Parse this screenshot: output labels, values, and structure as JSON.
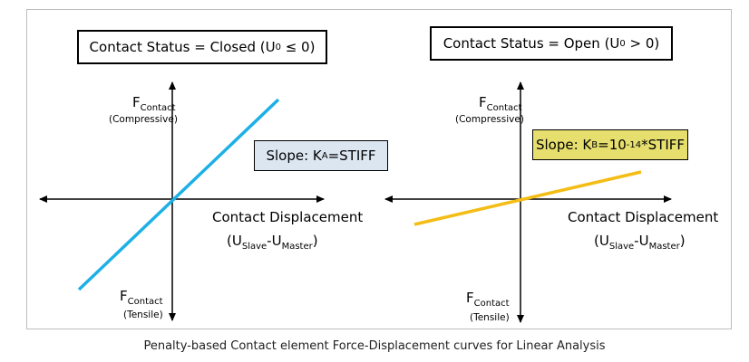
{
  "panels": [
    {
      "status_prefix": "Contact Status = Closed (U",
      "status_sub": "0",
      "status_suffix": " ≤ 0)",
      "y_top_label": "F",
      "y_top_sub": "Contact",
      "y_top_note": "(Compressive)",
      "y_bottom_label": "F",
      "y_bottom_sub": "Contact",
      "y_bottom_note": "(Tensile)",
      "x_label": "Contact Displacement",
      "x_paren_open": "(U",
      "x_sub1": "Slave",
      "x_mid": "-U",
      "x_sub2": "Master",
      "x_paren_close": ")",
      "slope_prefix": "Slope: K",
      "slope_sub": "A",
      "slope_suffix": "=STIFF",
      "slope_box_color": "#dce6f1",
      "line_color": "#1cb0e6"
    },
    {
      "status_prefix": "Contact Status = Open (U",
      "status_sub": "0",
      "status_suffix": " > 0)",
      "y_top_label": "F",
      "y_top_sub": "Contact",
      "y_top_note": "(Compressive)",
      "y_bottom_label": "F",
      "y_bottom_sub": "Contact",
      "y_bottom_note": "(Tensile)",
      "x_label": "Contact Displacement",
      "x_paren_open": "(U",
      "x_sub1": "Slave",
      "x_mid": "-U",
      "x_sub2": "Master",
      "x_paren_close": ")",
      "slope_prefix": "Slope: K",
      "slope_sub": "B",
      "slope_mid": "=10",
      "slope_sup": "-14",
      "slope_suffix": "*STIFF",
      "slope_box_color": "#e6df6e",
      "line_color": "#f4bd16"
    }
  ],
  "caption": "Penalty-based Contact element Force-Displacement curves for Linear Analysis",
  "colors": {
    "axis": "#000000",
    "frame_border": "#bdbdbd"
  }
}
